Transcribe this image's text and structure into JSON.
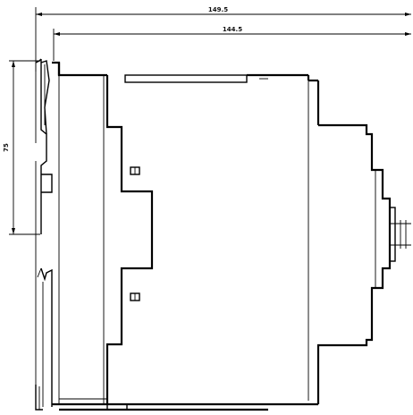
{
  "dimensions": {
    "overall_width": "149.5",
    "body_width": "144.5",
    "rail_height": "75"
  }
}
